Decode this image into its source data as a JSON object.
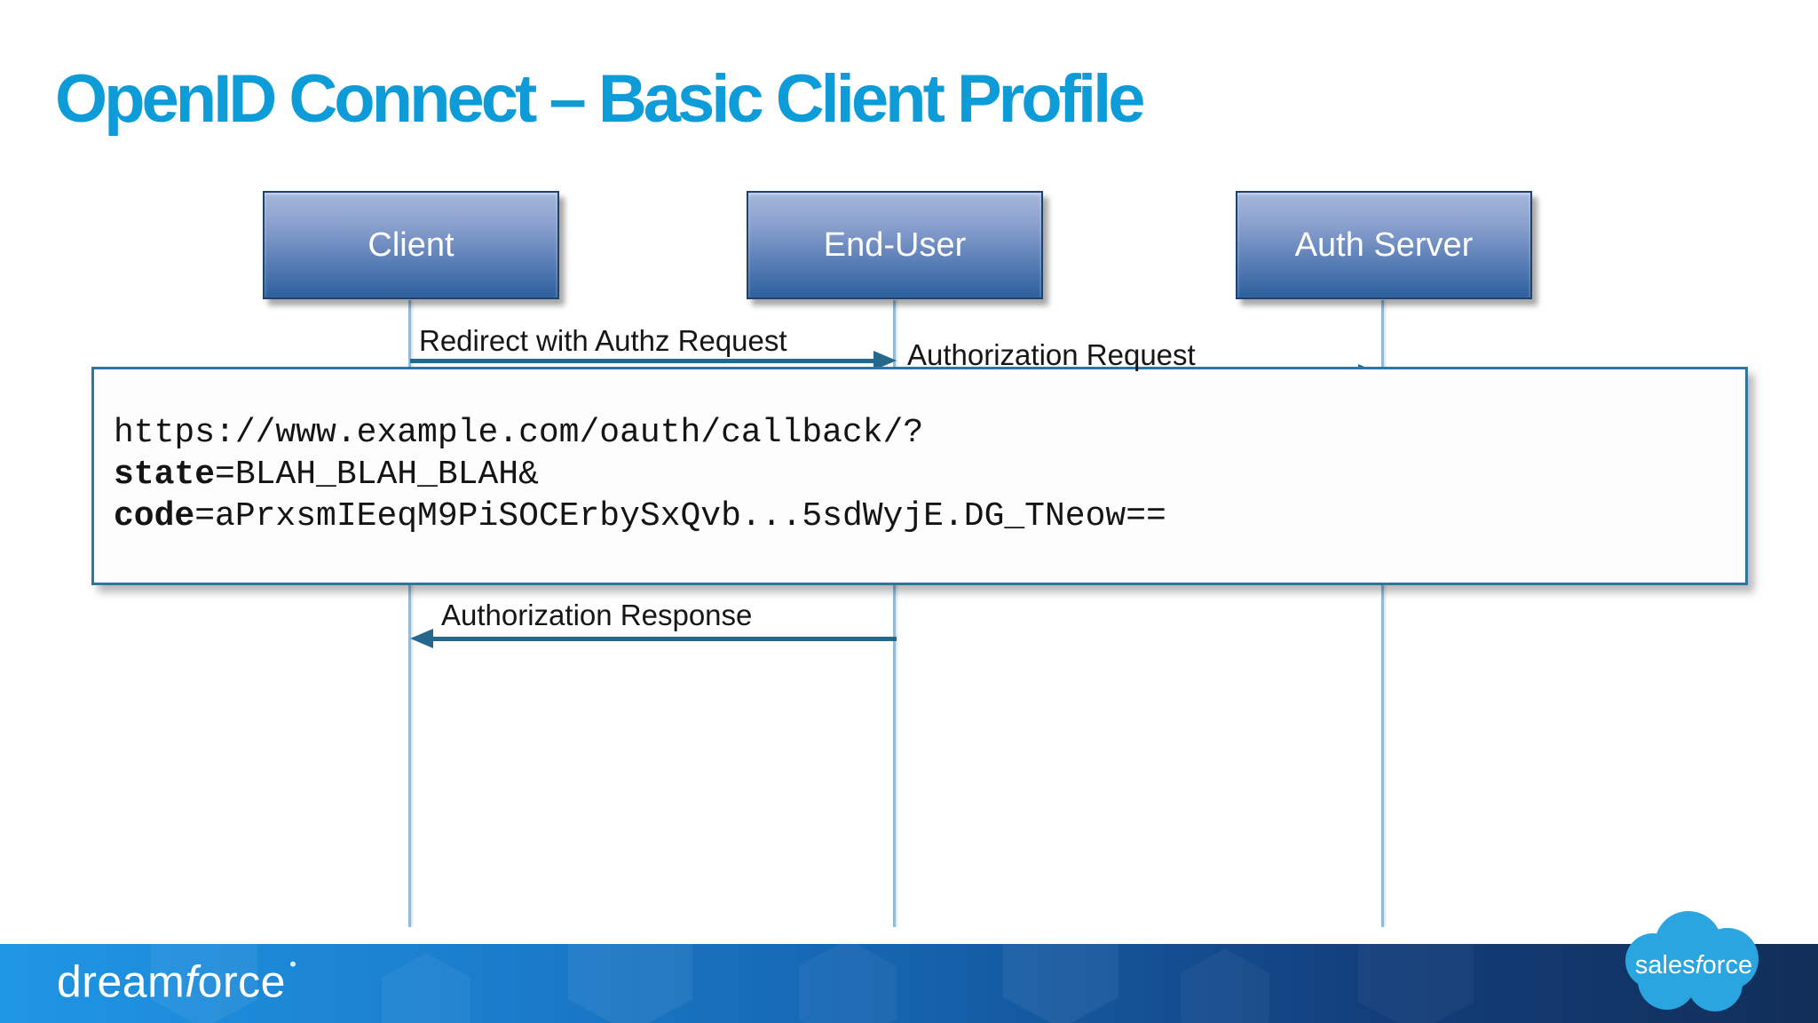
{
  "slide": {
    "title": "OpenID Connect – Basic Client Profile"
  },
  "diagram": {
    "actors": [
      {
        "id": "client",
        "label": "Client"
      },
      {
        "id": "end-user",
        "label": "End-User"
      },
      {
        "id": "auth-server",
        "label": "Auth Server"
      }
    ],
    "messages": [
      {
        "label": "Redirect with Authz Request",
        "from": "Client",
        "to": "End-User",
        "direction": "right"
      },
      {
        "label": "Authorization Request",
        "from": "End-User",
        "to": "Auth Server",
        "direction": "right"
      },
      {
        "label": "Authorization Response",
        "from": "End-User",
        "to": "Client",
        "direction": "left"
      }
    ],
    "callout": {
      "lines": [
        {
          "keyword": "",
          "text": "https://www.example.com/oauth/callback/?"
        },
        {
          "keyword": "state",
          "text": "=BLAH_BLAH_BLAH&"
        },
        {
          "keyword": "code",
          "text": "=aPrxsmIEeqM9PiSOCErbySxQvb...5sdWyjE.DG_TNeow=="
        }
      ]
    }
  },
  "footer": {
    "dreamforce": {
      "parts": [
        "dream",
        "f",
        "orce"
      ]
    },
    "salesforce": {
      "parts": [
        "sales",
        "f",
        "orce"
      ]
    }
  },
  "colors": {
    "title_blue": "#0E9CD9",
    "actor_gradient_top": "#A6B7DC",
    "actor_gradient_bottom": "#2C609D",
    "actor_border": "#1B4270",
    "arrow": "#24688E",
    "lifeline": "#93BAD7",
    "callout_border": "#2F75A2",
    "callout_background": "#FDFDFD",
    "footer_gradient_left": "#1F96E4",
    "footer_gradient_right": "#112E58",
    "cloud_blue": "#2AA5DF"
  }
}
